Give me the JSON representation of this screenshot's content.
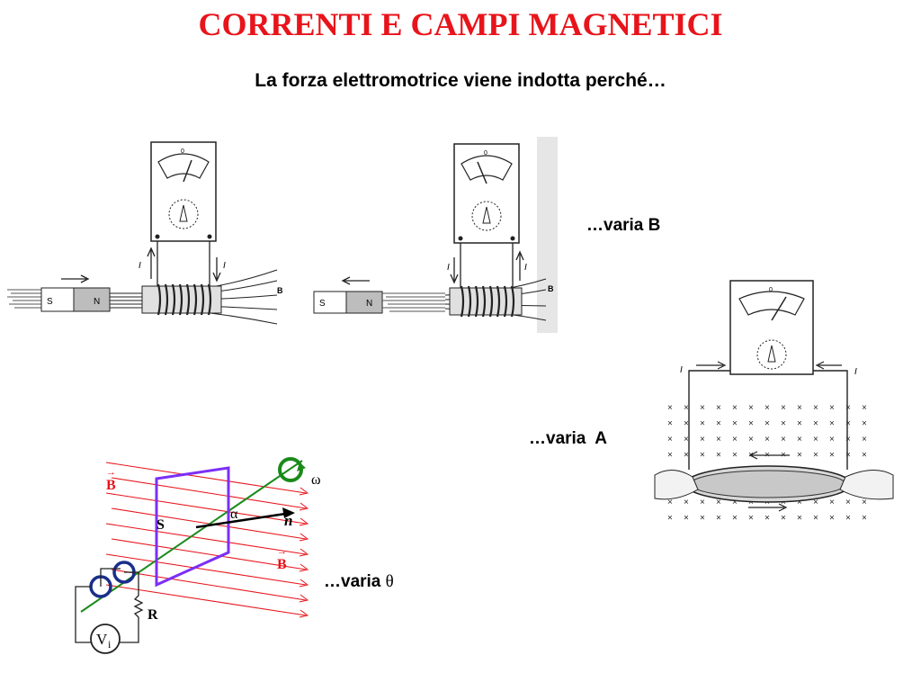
{
  "slide": {
    "title": "CORRENTI E CAMPI MAGNETICI",
    "subtitle": "La forza elettromotrice viene indotta perché…"
  },
  "captions": {
    "varia_b": "…varia B",
    "varia_a": "…varia  A",
    "varia_theta_prefix": "…varia ",
    "varia_theta_symbol": "θ"
  },
  "figure_magnet_in": {
    "meter_zero": "0",
    "current_label_left": "I",
    "current_label_right": "I",
    "pole_s": "S",
    "pole_n": "N",
    "field_label": "B"
  },
  "figure_magnet_out": {
    "meter_zero": "0",
    "current_label_left": "I",
    "current_label_right": "I",
    "pole_s": "S",
    "pole_n": "N",
    "field_label": "B"
  },
  "figure_loop": {
    "meter_zero": "0",
    "current_label_left": "I",
    "current_label_right": "I"
  },
  "figure_rotating": {
    "field_label_top": "B",
    "field_label_right": "B",
    "area_label": "S",
    "angle_label": "α",
    "normal_label": "n",
    "omega_label": "ω",
    "resistor_label": "R",
    "voltmeter_label": "V",
    "voltmeter_sub": "i"
  },
  "colors": {
    "title": "#e8141b",
    "field_lines": "#e8141b",
    "loop": "#7b2ff7",
    "axis": "#1a8a1a",
    "rings": "#1a2e8a"
  }
}
